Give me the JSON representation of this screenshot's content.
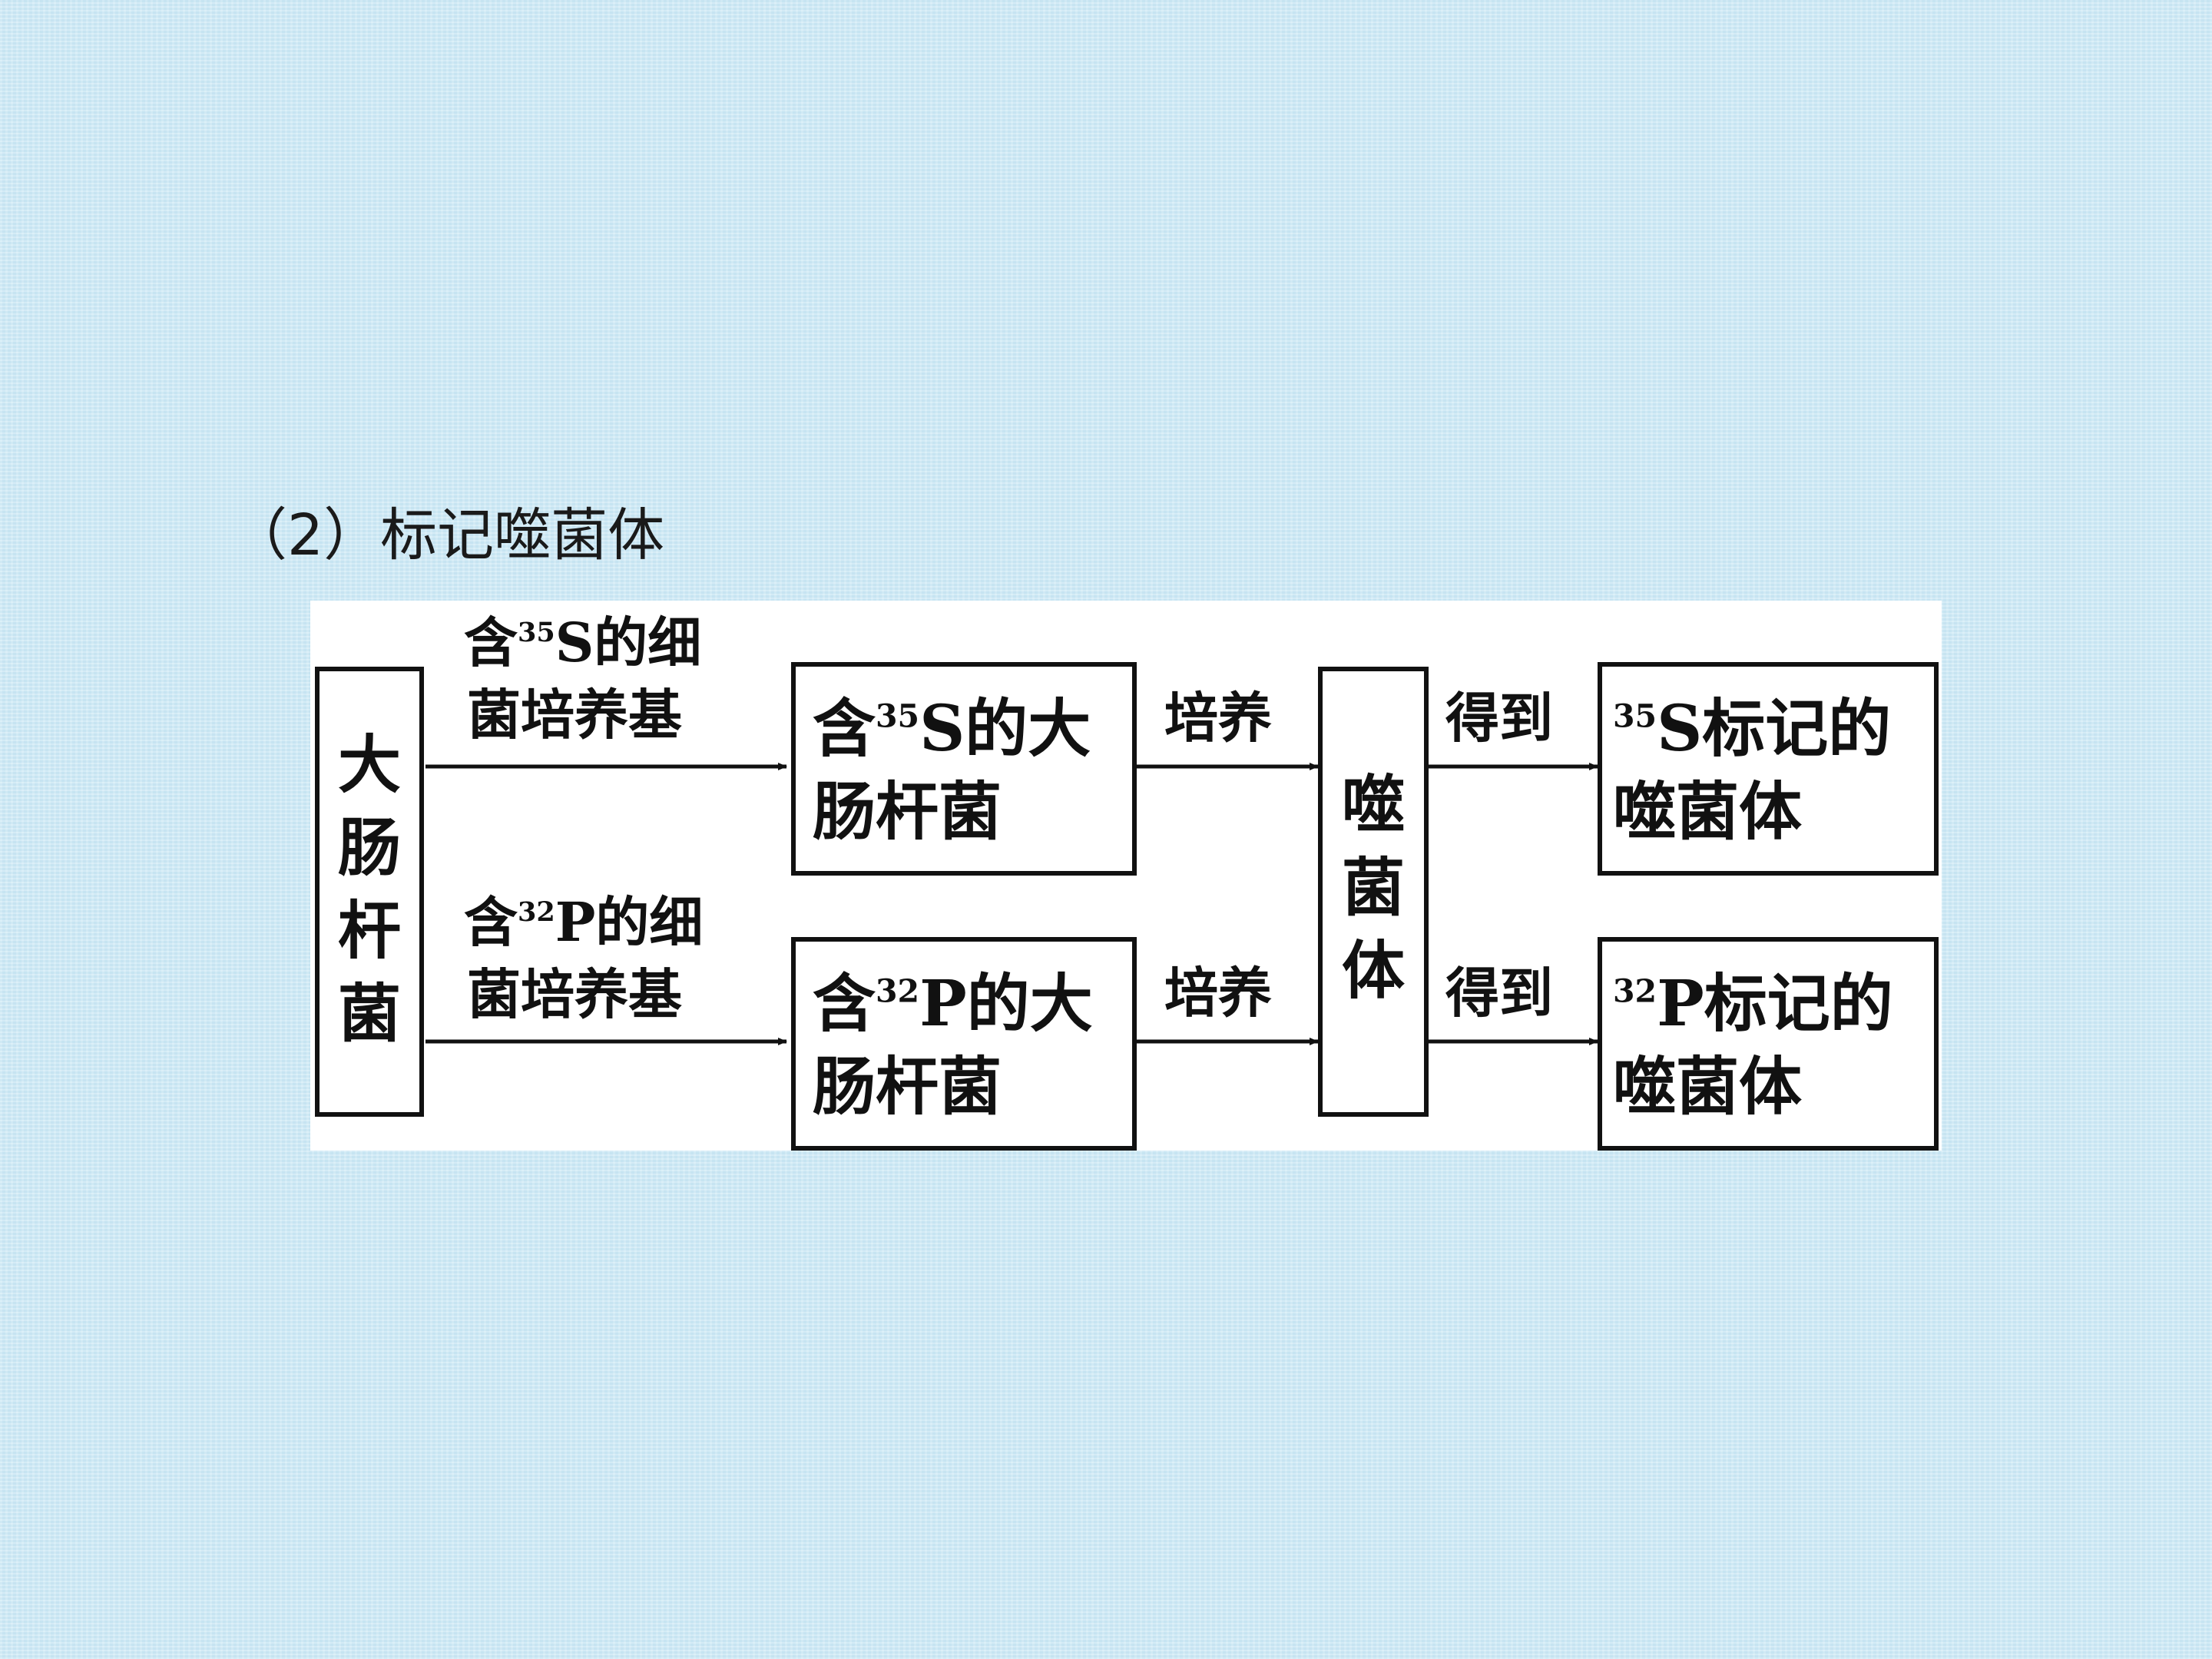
{
  "heading": "（2）标记噬菌体",
  "source": {
    "chars": [
      "大",
      "肠",
      "杆",
      "菌"
    ]
  },
  "media_labels": {
    "top": {
      "prefix": "含",
      "sup": "35",
      "mid": "S的细",
      "line2": "菌培养基"
    },
    "bottom": {
      "prefix": "含",
      "sup": "32",
      "mid": "P的细",
      "line2": "菌培养基"
    }
  },
  "labeled_bacteria": {
    "top": {
      "prefix": "含",
      "sup": "35",
      "mid": "S的大",
      "line2": "肠杆菌"
    },
    "bottom": {
      "prefix": "含",
      "sup": "32",
      "mid": "P的大",
      "line2": "肠杆菌"
    }
  },
  "culture_labels": {
    "top": "培养",
    "bottom": "培养"
  },
  "phage": {
    "chars": [
      "噬",
      "菌",
      "体"
    ]
  },
  "obtain_labels": {
    "top": "得到",
    "bottom": "得到"
  },
  "results": {
    "top": {
      "sup": "35",
      "mid": "S标记的",
      "line2": "噬菌体"
    },
    "bottom": {
      "sup": "32",
      "mid": "P标记的",
      "line2": "噬菌体"
    }
  }
}
